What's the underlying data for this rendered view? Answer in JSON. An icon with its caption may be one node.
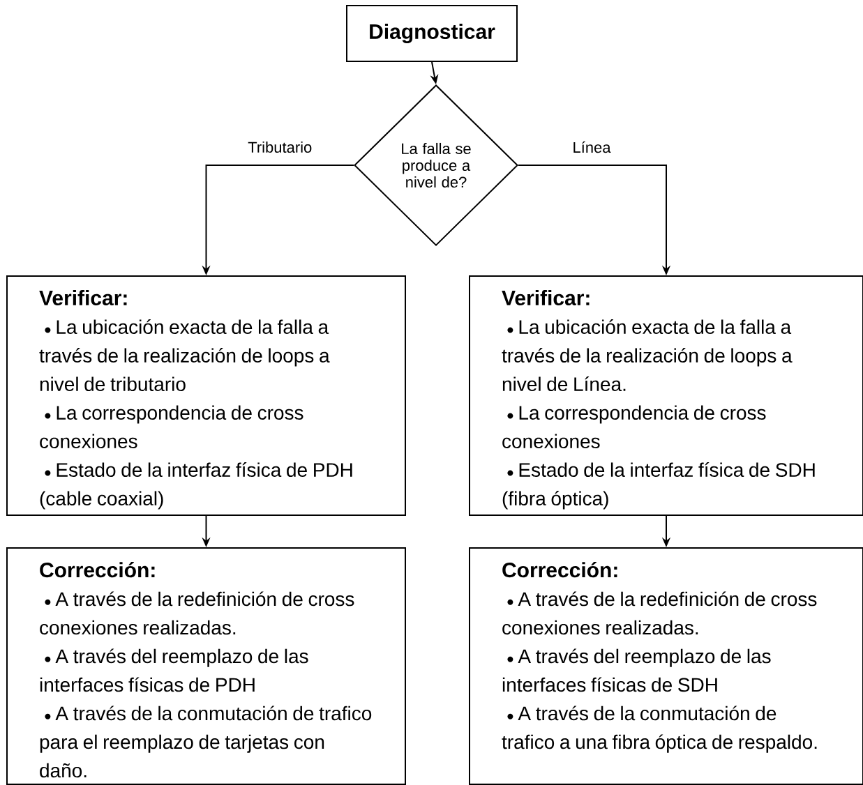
{
  "diagram": {
    "nodes": [
      {
        "text": [
          "Diagnosticar"
        ]
      },
      {
        "text": [
          "La falla se produce a nivel de?"
        ]
      },
      {
        "text": [
          "Verificar:",
          "La ubicación exacta de la falla a través de la realización de loops a nivel de tributario",
          "La correspondencia de cross conexiones",
          "Estado de la interfaz física de PDH (cable coaxial)"
        ]
      },
      {
        "text": [
          "Verificar:",
          "La ubicación exacta de la falla a través de la realización de loops a nivel de Línea.",
          "La correspondencia de cross conexiones",
          "Estado de la interfaz física de SDH (fibra óptica)"
        ]
      },
      {
        "text": [
          "Corrección:",
          "A través de la redefinición de cross conexiones realizadas.",
          "A través del reemplazo de las interfaces físicas de PDH",
          "A través de la conmutación de trafico para el reemplazo de tarjetas con daño."
        ]
      },
      {
        "text": [
          "Corrección:",
          "A través de la redefinición de cross conexiones realizadas.",
          "A través del reemplazo de las interfaces físicas de SDH",
          "A través de la conmutación de trafico a una fibra óptica de respaldo."
        ]
      }
    ],
    "edges": [
      {
        "from": 0,
        "to": 1,
        "arrow": "to"
      },
      {
        "from": 1,
        "to": 2,
        "arrow": "to",
        "label": "Tributario"
      },
      {
        "from": 1,
        "to": 3,
        "arrow": "to",
        "label": "Línea"
      },
      {
        "from": 2,
        "to": 4,
        "arrow": "to"
      },
      {
        "from": 3,
        "to": 5,
        "arrow": "to"
      }
    ]
  }
}
